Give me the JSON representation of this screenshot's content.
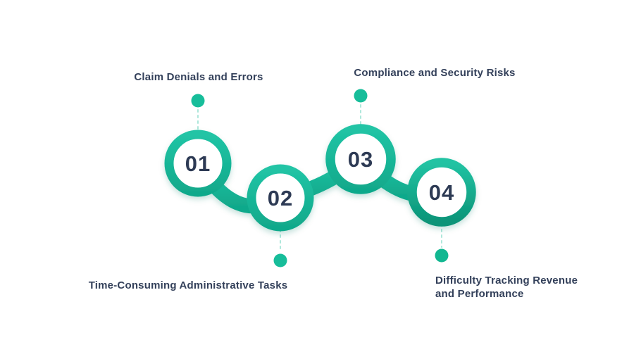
{
  "title": "Revenue cycle challenges process chain",
  "colors": {
    "background": "#ffffff",
    "teal": "#1abf9f",
    "teal_dark": "#0b9478",
    "dot": "#17bd9a",
    "dash": "#aee7db",
    "text": "#33405a",
    "number": "#2d3a54"
  },
  "steps": [
    {
      "number": "01",
      "label": "Claim Denials and Errors",
      "label_position": "top"
    },
    {
      "number": "02",
      "label": "Time-Consuming Administrative Tasks",
      "label_position": "bottom"
    },
    {
      "number": "03",
      "label": "Compliance and Security Risks",
      "label_position": "top"
    },
    {
      "number": "04",
      "label": "Difficulty Tracking Revenue and Performance",
      "label_position": "bottom"
    }
  ]
}
